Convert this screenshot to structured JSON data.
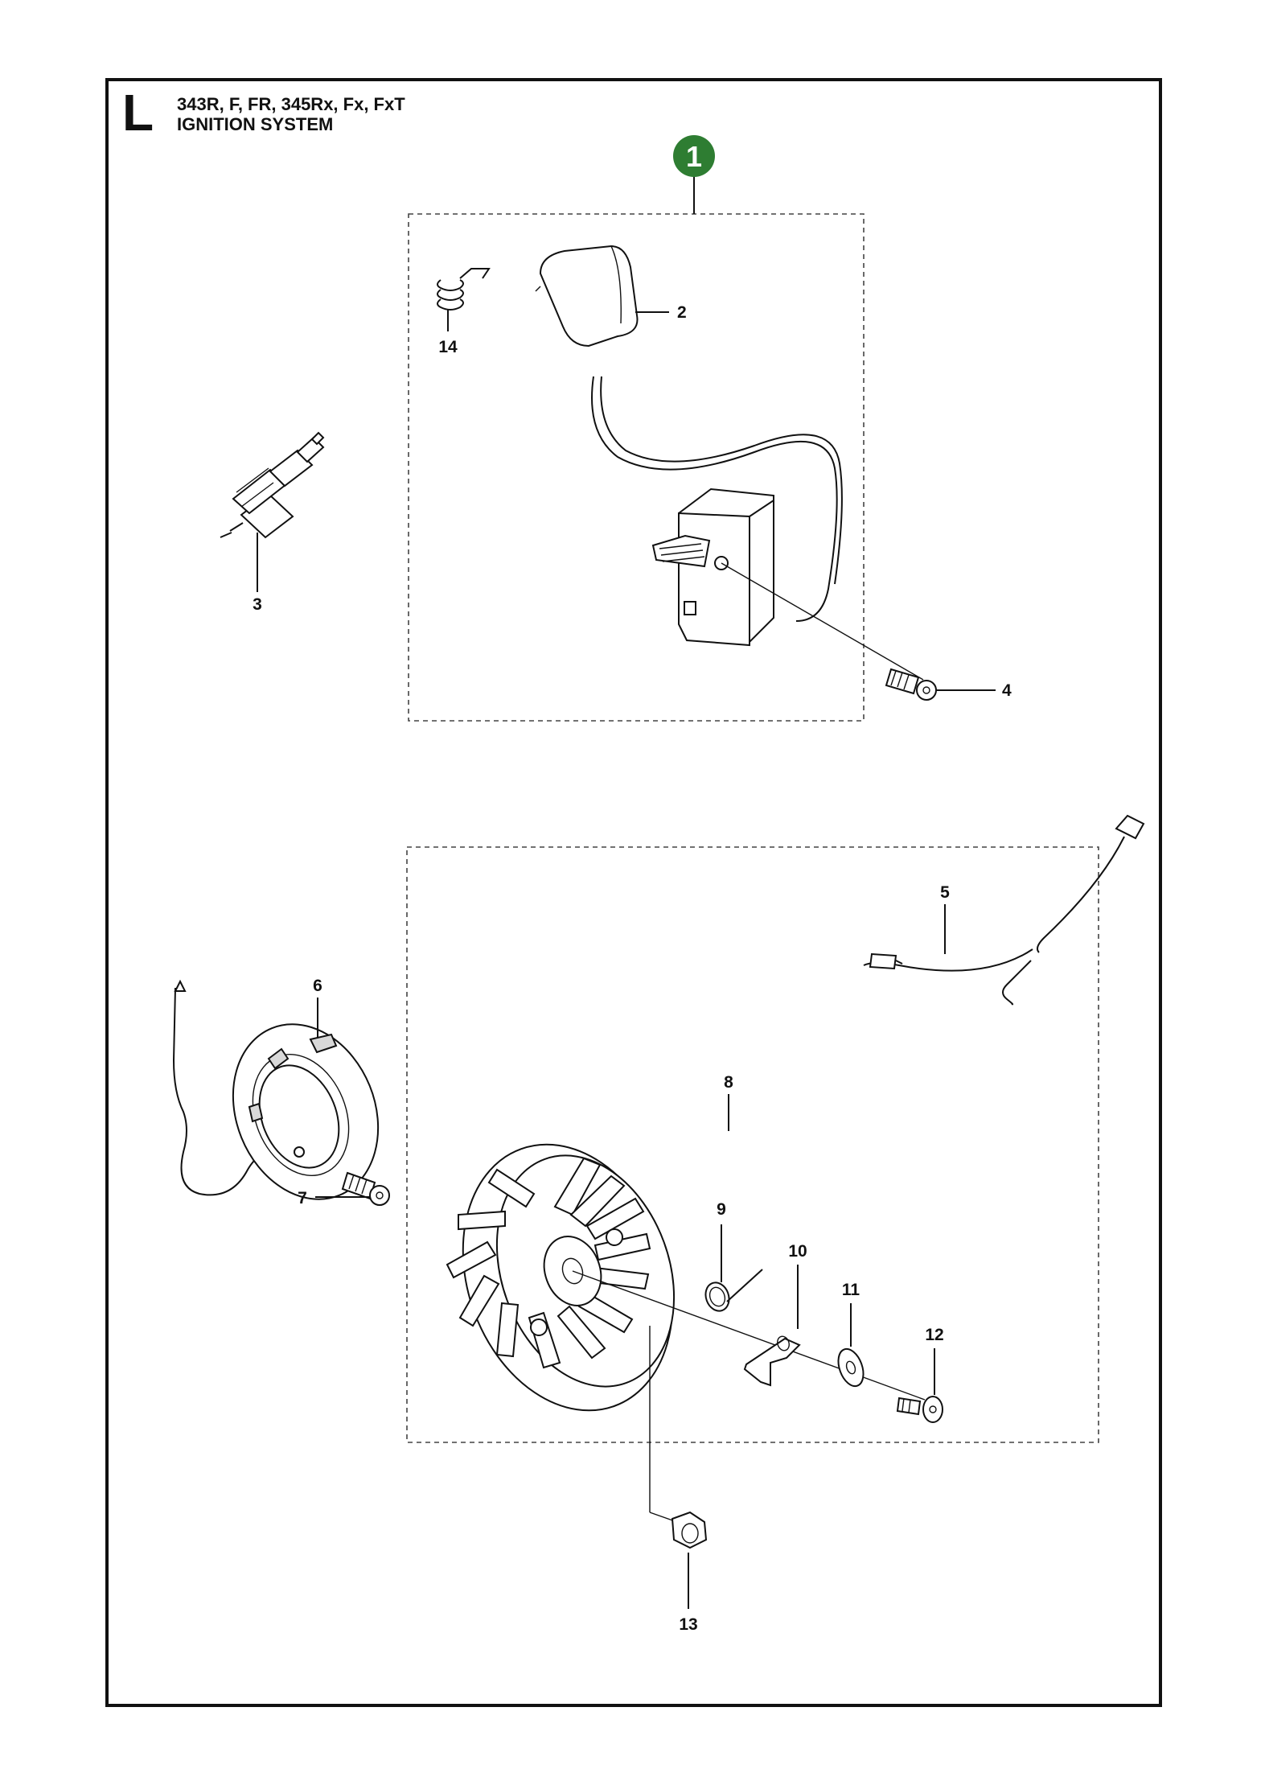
{
  "header": {
    "section_letter": "L",
    "models": "343R, F, FR, 345Rx, Fx, FxT",
    "title": "IGNITION SYSTEM"
  },
  "kit_badge": {
    "label": "1",
    "color": "#2e7d32"
  },
  "callouts": {
    "p2": "2",
    "p3": "3",
    "p4": "4",
    "p5": "5",
    "p6": "6",
    "p7": "7",
    "p8": "8",
    "p9": "9",
    "p10": "10",
    "p11": "11",
    "p12": "12",
    "p13": "13",
    "p14": "14"
  }
}
